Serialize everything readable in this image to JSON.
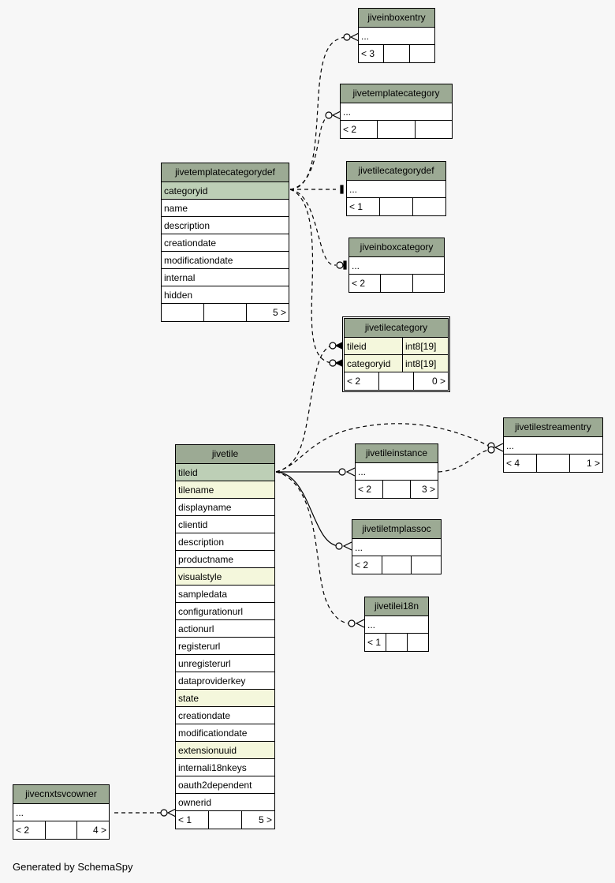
{
  "tables": {
    "jiveinboxentry": {
      "name": "jiveinboxentry",
      "rows": [
        "..."
      ],
      "footer": [
        "< 3",
        "",
        ""
      ]
    },
    "jivetemplatecategory": {
      "name": "jivetemplatecategory",
      "rows": [
        "..."
      ],
      "footer": [
        "< 2",
        "",
        ""
      ]
    },
    "jivetilecategorydef": {
      "name": "jivetilecategorydef",
      "rows": [
        "..."
      ],
      "footer": [
        "< 1",
        "",
        ""
      ]
    },
    "jiveinboxcategory": {
      "name": "jiveinboxcategory",
      "rows": [
        "..."
      ],
      "footer": [
        "< 2",
        "",
        ""
      ]
    },
    "jivetemplatecategorydef": {
      "name": "jivetemplatecategorydef",
      "rows": [
        "categoryid",
        "name",
        "description",
        "creationdate",
        "modificationdate",
        "internal",
        "hidden"
      ],
      "footer": [
        "",
        "",
        "5 >"
      ]
    },
    "jivetilecategory": {
      "name": "jivetilecategory",
      "rows": [
        [
          "tileid",
          "int8[19]"
        ],
        [
          "categoryid",
          "int8[19]"
        ]
      ],
      "footer": [
        "< 2",
        "",
        "0 >"
      ]
    },
    "jivetilestreamentry": {
      "name": "jivetilestreamentry",
      "rows": [
        "..."
      ],
      "footer": [
        "< 4",
        "",
        "1 >"
      ]
    },
    "jivetileinstance": {
      "name": "jivetileinstance",
      "rows": [
        "..."
      ],
      "footer": [
        "< 2",
        "",
        "3 >"
      ]
    },
    "jivetiletmplassoc": {
      "name": "jivetiletmplassoc",
      "rows": [
        "..."
      ],
      "footer": [
        "< 2",
        "",
        ""
      ]
    },
    "jivetilei18n": {
      "name": "jivetilei18n",
      "rows": [
        "..."
      ],
      "footer": [
        "< 1",
        "",
        ""
      ]
    },
    "jivetile": {
      "name": "jivetile",
      "rows": [
        "tileid",
        "tilename",
        "displayname",
        "clientid",
        "description",
        "productname",
        "visualstyle",
        "sampledata",
        "configurationurl",
        "actionurl",
        "registerurl",
        "unregisterurl",
        "dataproviderkey",
        "state",
        "creationdate",
        "modificationdate",
        "extensionuuid",
        "internali18nkeys",
        "oauth2dependent",
        "ownerid"
      ],
      "footer": [
        "< 1",
        "",
        "5 >"
      ]
    },
    "jivecnxtsvcowner": {
      "name": "jivecnxtsvcowner",
      "rows": [
        "..."
      ],
      "footer": [
        "< 2",
        "",
        "4 >"
      ]
    }
  },
  "footer_note": "Generated by SchemaSpy"
}
